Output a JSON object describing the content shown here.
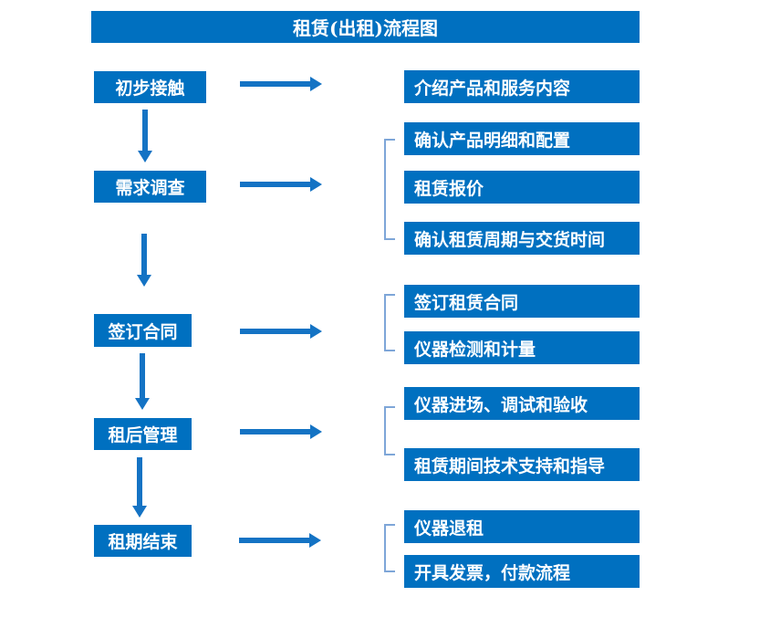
{
  "title": "租赁(出租)流程图",
  "colors": {
    "box": "#0070C0",
    "arrow": "#1473C4",
    "bracket": "#7EA6D8",
    "text": "#FFFFFF",
    "background": "#FFFFFF"
  },
  "rows": [
    {
      "step": "初步接触",
      "details": [
        "介绍产品和服务内容"
      ]
    },
    {
      "step": "需求调查",
      "details": [
        "确认产品明细和配置",
        "租赁报价",
        "确认租赁周期与交货时间"
      ]
    },
    {
      "step": "签订合同",
      "details": [
        "签订租赁合同",
        "仪器检测和计量"
      ]
    },
    {
      "step": "租后管理",
      "details": [
        "仪器进场、调试和验收",
        "租赁期间技术支持和指导"
      ]
    },
    {
      "step": "租期结束",
      "details": [
        "仪器退租",
        "开具发票，付款流程"
      ]
    }
  ]
}
